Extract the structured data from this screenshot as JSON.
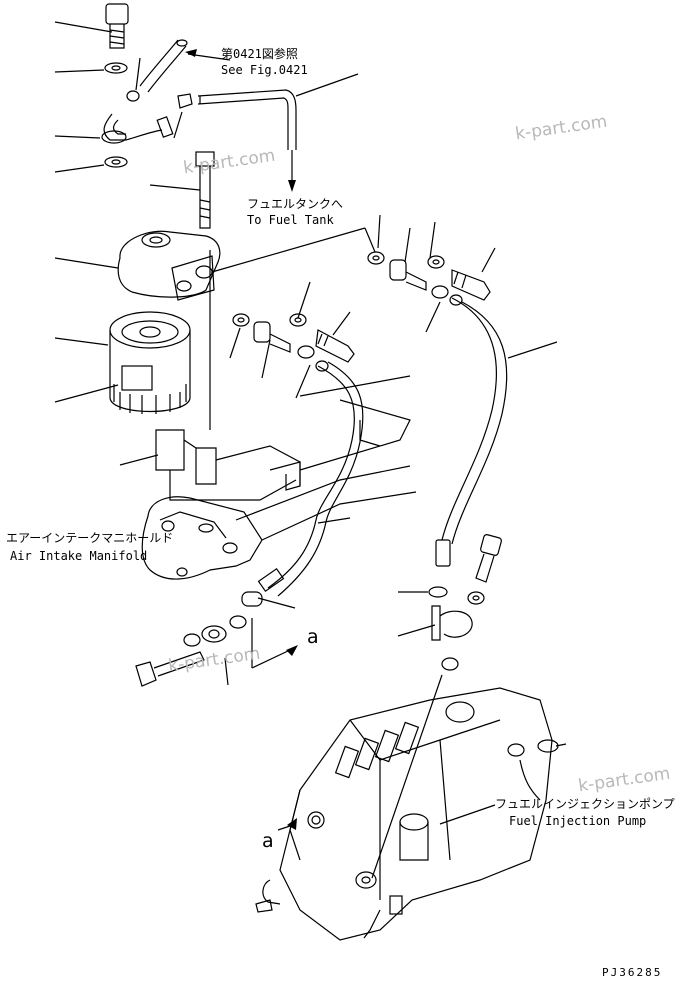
{
  "labels": {
    "fig_ref_jp": "第0421図参照",
    "fig_ref_en": "See Fig.0421",
    "to_tank_jp": "フュエルタンクへ",
    "to_tank_en": "To Fuel Tank",
    "manifold_jp": "エアーインテークマニホールド",
    "manifold_en": "Air Intake Manifold",
    "pump_jp": "フュエルインジェクションポンプ",
    "pump_en": "Fuel Injection Pump",
    "view_a_1": "a",
    "view_a_2": "a"
  },
  "watermarks": [
    "k-part.com",
    "k-part.com",
    "k-part.com",
    "k-part.com"
  ],
  "drawing_code": "PJ36285",
  "colors": {
    "line": "#000000",
    "watermark": "#b8b8b8"
  }
}
